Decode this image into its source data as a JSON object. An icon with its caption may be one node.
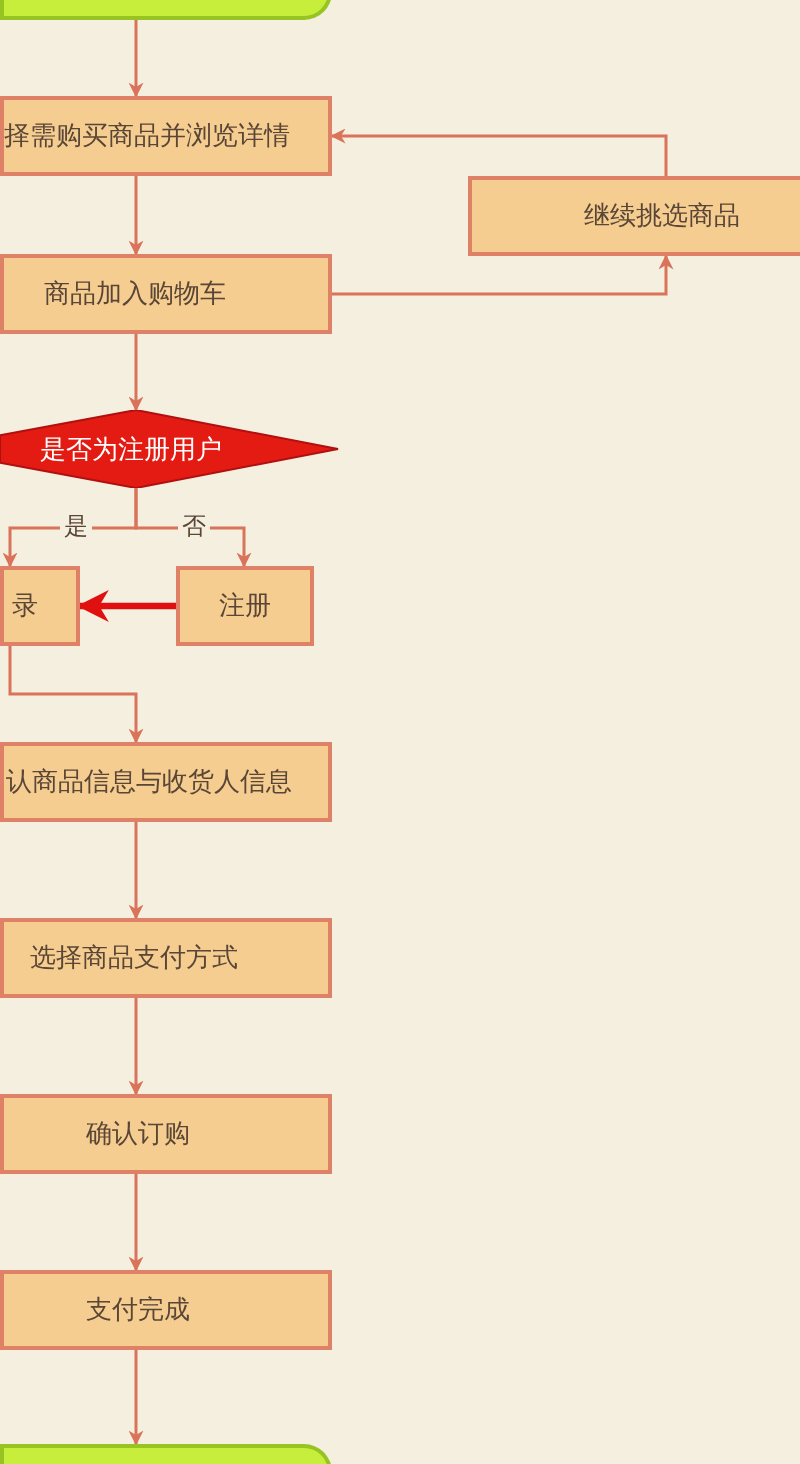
{
  "diagram": {
    "nodes": [
      {
        "text": [],
        "shape": "box"
      },
      {
        "text": [
          "择需购买商品并浏览详情"
        ]
      },
      {
        "text": [
          "商品加入购物车"
        ]
      },
      {
        "text": [
          "继续挑选商品"
        ]
      },
      {
        "text": [
          "是否为注册用户"
        ]
      },
      {
        "text": [
          "录"
        ]
      },
      {
        "text": [
          "注册"
        ]
      },
      {
        "text": [
          "认商品信息与收货人信息"
        ]
      },
      {
        "text": [
          "选择商品支付方式"
        ]
      },
      {
        "text": [
          "确认订购"
        ]
      },
      {
        "text": [
          "支付完成"
        ]
      },
      {
        "text": [],
        "shape": "box"
      }
    ],
    "edges": [
      {
        "from": 0,
        "to": 1,
        "arrow": "to"
      },
      {
        "from": 1,
        "to": 2,
        "arrow": "to"
      },
      {
        "from": 2,
        "to": 3,
        "arrow": "to"
      },
      {
        "from": 3,
        "to": 1,
        "arrow": "to"
      },
      {
        "from": 2,
        "to": 4,
        "arrow": "to"
      },
      {
        "from": 4,
        "to": 5,
        "arrow": "to",
        "label": "是"
      },
      {
        "from": 4,
        "to": 6,
        "arrow": "to",
        "label": "否"
      },
      {
        "from": 6,
        "to": 5,
        "arrow": "to",
        "style": "thick",
        "color": "#e01010"
      },
      {
        "from": 5,
        "to": 7,
        "arrow": "to"
      },
      {
        "from": 7,
        "to": 8,
        "arrow": "to"
      },
      {
        "from": 8,
        "to": 9,
        "arrow": "to"
      },
      {
        "from": 9,
        "to": 10,
        "arrow": "to"
      },
      {
        "from": 10,
        "to": 11,
        "arrow": "to"
      }
    ]
  }
}
